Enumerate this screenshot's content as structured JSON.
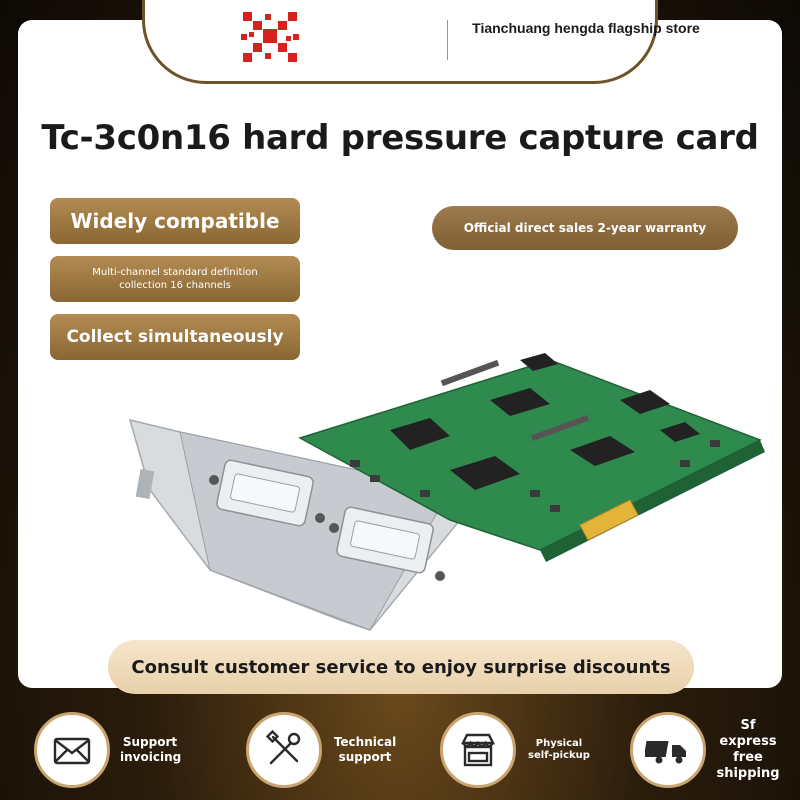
{
  "header": {
    "store_name": "Tianchuang hengda flagship store"
  },
  "title": "Tc-3c0n16 hard pressure capture card",
  "features": [
    "Widely compatible",
    "Multi-channel standard definition collection 16 channels",
    "Collect simultaneously"
  ],
  "warranty": "Official direct sales 2-year warranty",
  "discount_banner": "Consult customer service to enjoy surprise discounts",
  "services": [
    {
      "label": "Support invoicing",
      "icon": "envelope-icon"
    },
    {
      "label": "Technical support",
      "icon": "tools-icon"
    },
    {
      "label": "Physical self-pickup",
      "icon": "store-icon"
    },
    {
      "label": "Sf express free shipping",
      "icon": "truck-icon"
    }
  ],
  "colors": {
    "accent_gold": "#a4804a",
    "logo_red": "#d8201c",
    "banner_cream": "#f2e0c2",
    "background_dark": "#1a120a"
  }
}
